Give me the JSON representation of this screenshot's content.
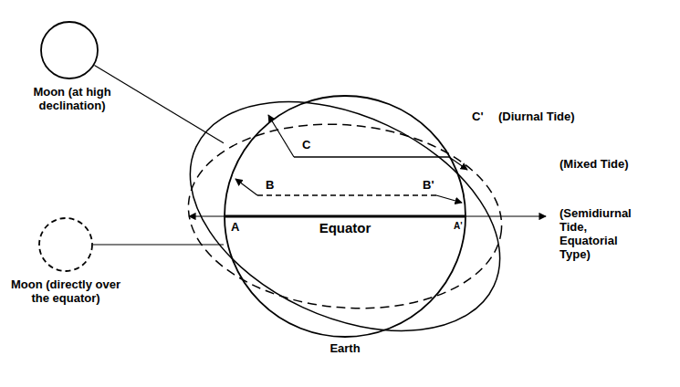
{
  "diagram": {
    "nodes": [
      {
        "text": [
          "Moon (at high declination)"
        ]
      },
      {
        "text": [
          "Moon (directly over the equator)"
        ]
      },
      {
        "text": [
          "Earth"
        ]
      }
    ],
    "edges": [
      {
        "from": 0,
        "to": 2,
        "arrow": "none"
      },
      {
        "from": 1,
        "to": 2,
        "arrow": "none"
      }
    ],
    "labels": [
      "C'",
      "(Diurnal Tide)",
      "C",
      "(Mixed Tide)",
      "B",
      "B'",
      "A",
      "Equator",
      "A'",
      "(Semidiurnal Tide, Equatorial Type)"
    ]
  }
}
